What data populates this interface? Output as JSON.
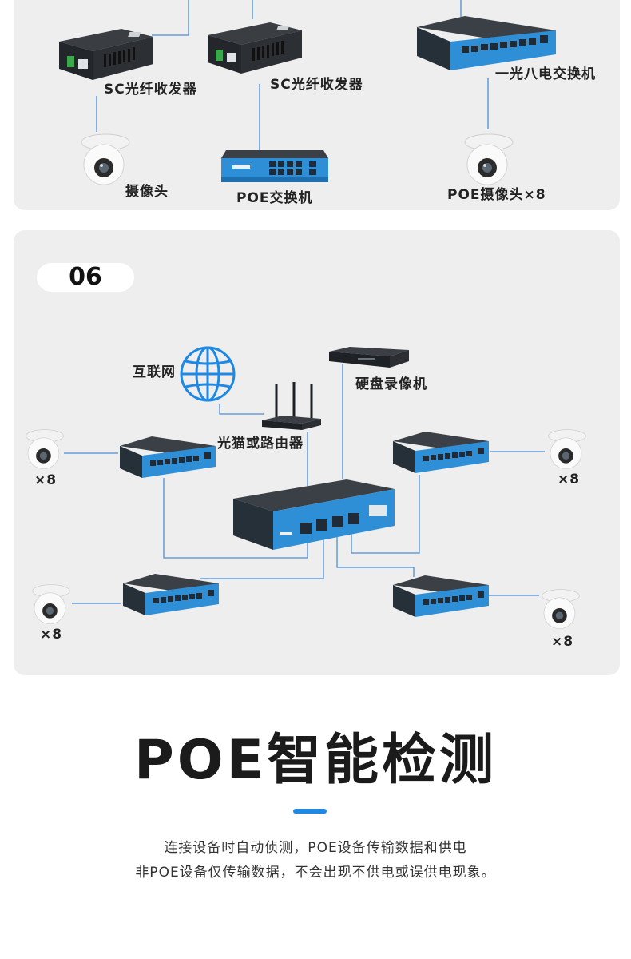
{
  "colors": {
    "accent": "#1e88e5",
    "panel": "#eeeeee",
    "wire": "#4a8fd6"
  },
  "top": {
    "labels": {
      "sc_left": "SC光纤收发器",
      "sc_right": "SC光纤收发器",
      "switch_1x8": "一光八电交换机",
      "camera": "摄像头",
      "poe_switch": "POE交换机",
      "poe_camera_x8": "POE摄像头×8"
    }
  },
  "scenario": {
    "number": "06",
    "labels": {
      "internet": "互联网",
      "nvr": "硬盘录像机",
      "router": "光猫或路由器",
      "x8_tl": "×8",
      "x8_tr": "×8",
      "x8_bl": "×8",
      "x8_br": "×8"
    }
  },
  "feature": {
    "title": "POE智能检测",
    "line1": "连接设备时自动侦测，POE设备传输数据和供电",
    "line2": "非POE设备仅传输数据，不会出现不供电或误供电现象。"
  }
}
